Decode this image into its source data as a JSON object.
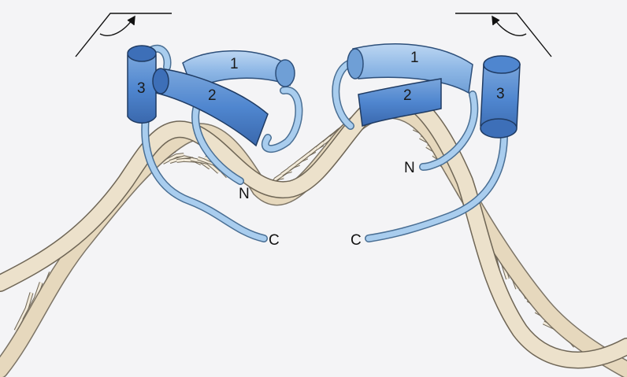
{
  "colors": {
    "background": "#f4f4f6",
    "dna_backbone": "#e6d8bd",
    "dna_outline": "#6f6656",
    "helix_light": "#8fb8e6",
    "helix_dark": "#4f86cf",
    "helix_cap": "#3d6fb8",
    "loop": "#a9cdee",
    "loop_outline": "#4a6f94"
  },
  "left_monomer": {
    "helix1_label": "1",
    "helix2_label": "2",
    "helix3_label": "3",
    "n_label": "N",
    "c_label": "C"
  },
  "right_monomer": {
    "helix1_label": "1",
    "helix2_label": "2",
    "helix3_label": "3",
    "n_label": "N",
    "c_label": "C"
  },
  "icons": {
    "left_rotation": "curved-arrow-icon",
    "right_rotation": "curved-arrow-icon"
  }
}
